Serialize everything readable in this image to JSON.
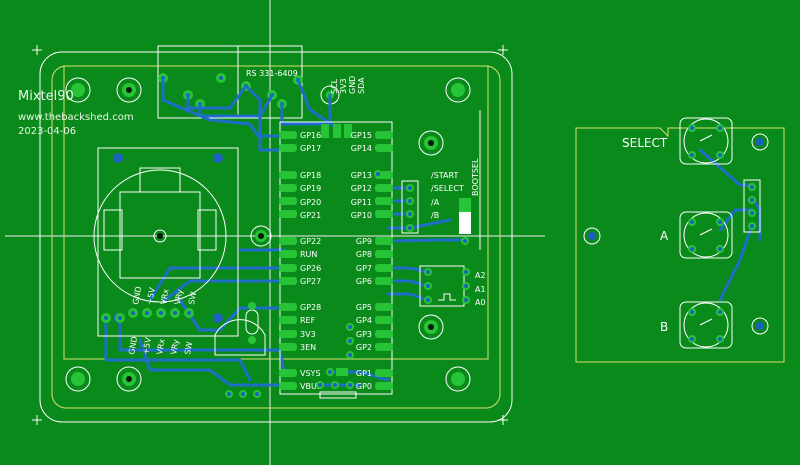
{
  "header": {
    "title": "Mixtel90",
    "site": "www.thebackshed.com",
    "date": "2023-04-06"
  },
  "connector": {
    "part_no": "RS 331-6409",
    "pins": [
      "SCL",
      "3V3",
      "GND",
      "SDA"
    ]
  },
  "pico": {
    "left_pins": [
      "GP16",
      "GP17",
      "GP18",
      "GP19",
      "GP20",
      "GP21",
      "GP22",
      "RUN",
      "GP26",
      "GP27",
      "GP28",
      "REF",
      "3V3",
      "3EN",
      "VSYS",
      "VBUS"
    ],
    "right_pins": [
      "GP15",
      "GP14",
      "GP13",
      "GP12",
      "GP11",
      "GP10",
      "GP9",
      "GP8",
      "GP7",
      "GP6",
      "GP5",
      "GP4",
      "GP3",
      "GP2",
      "GP1",
      "GP0"
    ],
    "bootsel": "BOOTSEL"
  },
  "button_header": {
    "labels": [
      "/START",
      "/SELECT",
      "/A",
      "/B"
    ]
  },
  "address": {
    "labels": [
      "A2",
      "A1",
      "A0"
    ]
  },
  "joystick": {
    "top_labels": [
      "GND",
      "+5V",
      "VRx",
      "VRy",
      "SW"
    ],
    "bottom_labels": [
      "GND",
      "+5V",
      "VRx",
      "VRy",
      "SW"
    ]
  },
  "button_board": {
    "labels": [
      "SELECT",
      "A",
      "B"
    ]
  },
  "colors": {
    "board": "#0a8a1a",
    "pad": "#27c437",
    "trace": "#1e6ec8",
    "silkscreen": "#ffffff",
    "outline": "#d8e070"
  }
}
